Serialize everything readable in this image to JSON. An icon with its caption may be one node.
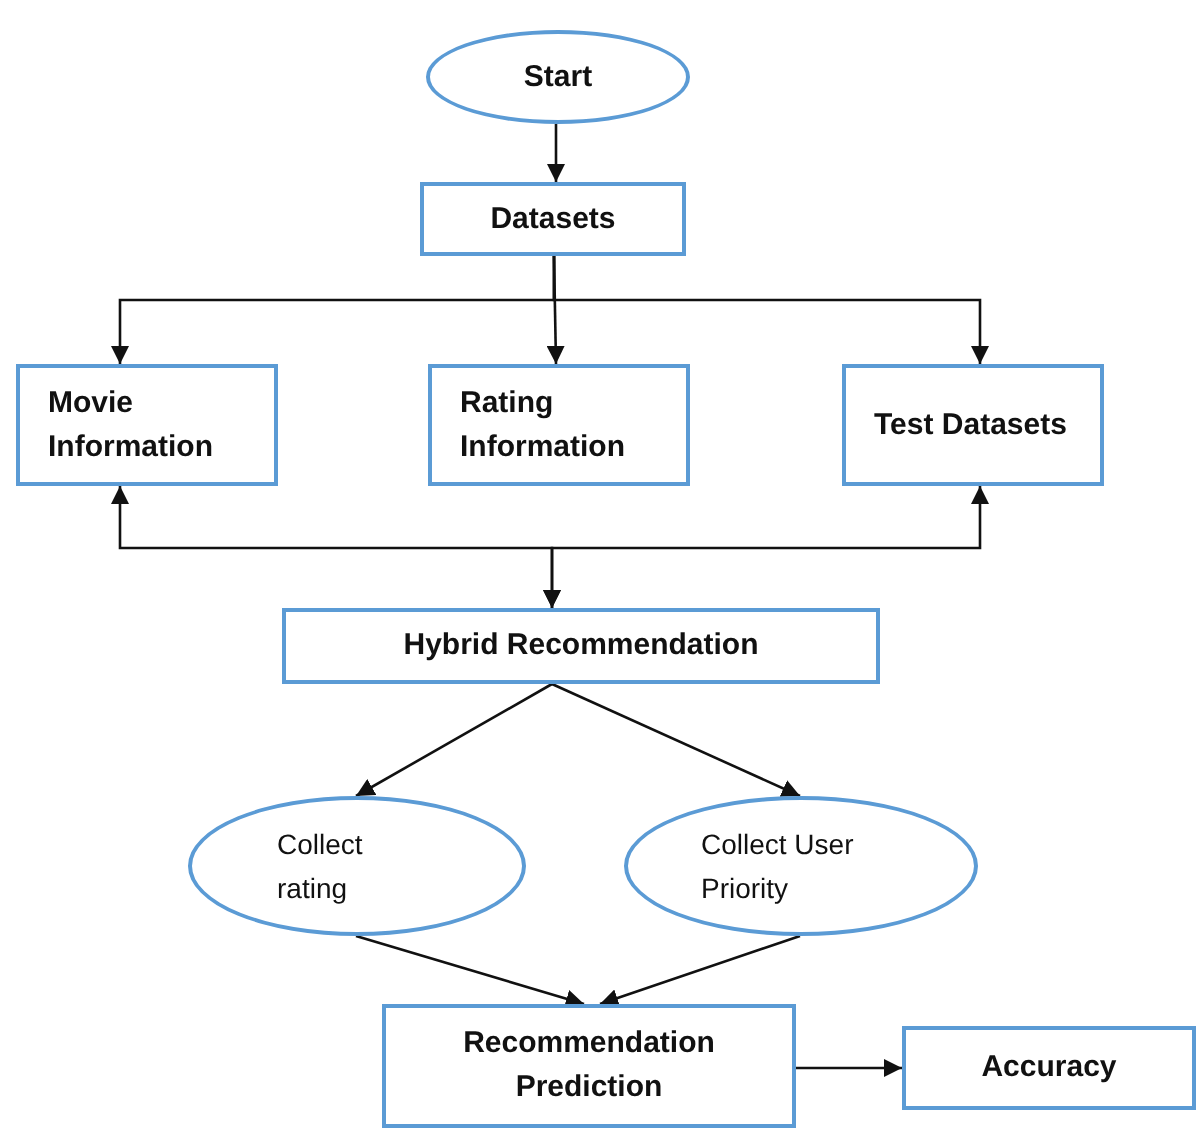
{
  "diagram": {
    "nodes": [
      {
        "text": [
          "Start"
        ]
      },
      {
        "text": [
          "Datasets"
        ]
      },
      {
        "text": [
          "Movie Information"
        ]
      },
      {
        "text": [
          "Rating Information"
        ]
      },
      {
        "text": [
          "Test Datasets"
        ]
      },
      {
        "text": [
          "Hybrid Recommendation"
        ]
      },
      {
        "text": [
          "Collect rating"
        ]
      },
      {
        "text": [
          "Collect User Priority"
        ]
      },
      {
        "text": [
          "Recommendation Prediction"
        ]
      },
      {
        "text": [
          "Accuracy"
        ]
      }
    ],
    "edges": [
      {
        "from": 0,
        "to": 1,
        "arrow": "to"
      },
      {
        "from": 1,
        "to": 2,
        "arrow": "to"
      },
      {
        "from": 1,
        "to": 3,
        "arrow": "to"
      },
      {
        "from": 1,
        "to": 4,
        "arrow": "to"
      },
      {
        "from": 2,
        "to": 5,
        "arrow": "both"
      },
      {
        "from": 4,
        "to": 5,
        "arrow": "both"
      },
      {
        "from": 5,
        "to": 6,
        "arrow": "to"
      },
      {
        "from": 5,
        "to": 7,
        "arrow": "to"
      },
      {
        "from": 6,
        "to": 8,
        "arrow": "to"
      },
      {
        "from": 7,
        "to": 8,
        "arrow": "to"
      },
      {
        "from": 8,
        "to": 9,
        "arrow": "to"
      }
    ]
  }
}
